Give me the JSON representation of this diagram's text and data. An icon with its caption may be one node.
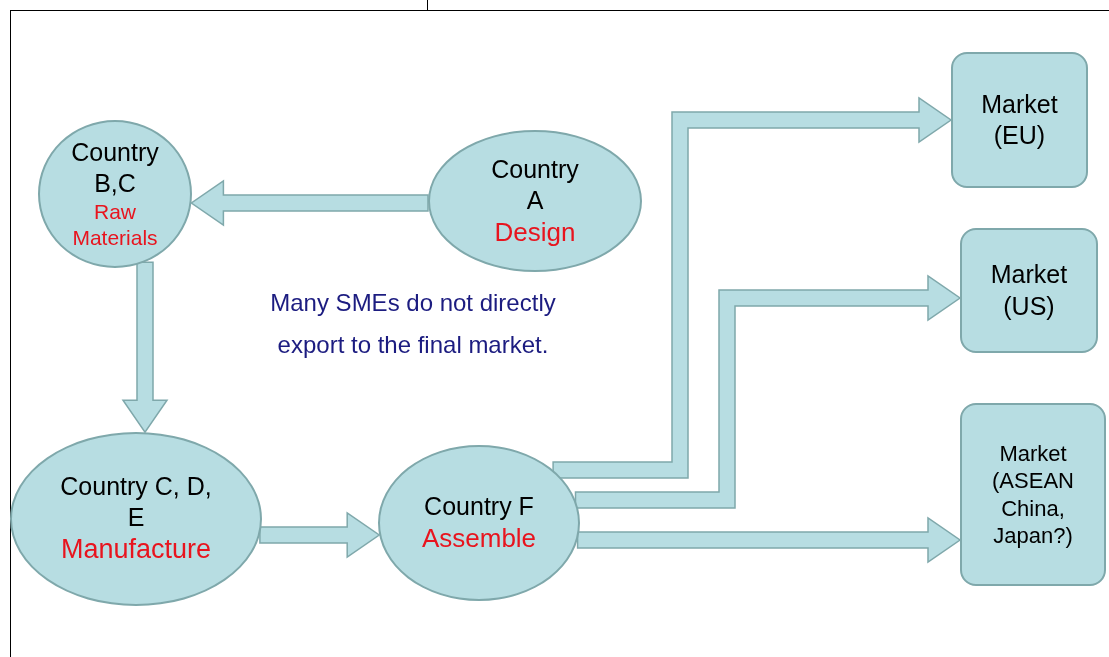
{
  "diagram": {
    "nodes": [
      {
        "text": [
          "Country B,C",
          "Raw Materials"
        ]
      },
      {
        "text": [
          "Country A",
          "Design"
        ]
      },
      {
        "text": [
          "Country C, D, E",
          "Manufacture"
        ]
      },
      {
        "text": [
          "Country F",
          "Assemble"
        ]
      },
      {
        "text": [
          "Market (EU)"
        ]
      },
      {
        "text": [
          "Market (US)"
        ]
      },
      {
        "text": [
          "Market (ASEAN China, Japan?)"
        ]
      }
    ],
    "edges": [
      {
        "from": 1,
        "to": 0,
        "arrow": "to"
      },
      {
        "from": 0,
        "to": 2,
        "arrow": "to"
      },
      {
        "from": 2,
        "to": 3,
        "arrow": "to"
      },
      {
        "from": 3,
        "to": 4,
        "arrow": "to"
      },
      {
        "from": 3,
        "to": 5,
        "arrow": "to"
      },
      {
        "from": 3,
        "to": 6,
        "arrow": "to"
      }
    ],
    "labels": [
      "Many SMEs do not directly export to the final market."
    ]
  }
}
